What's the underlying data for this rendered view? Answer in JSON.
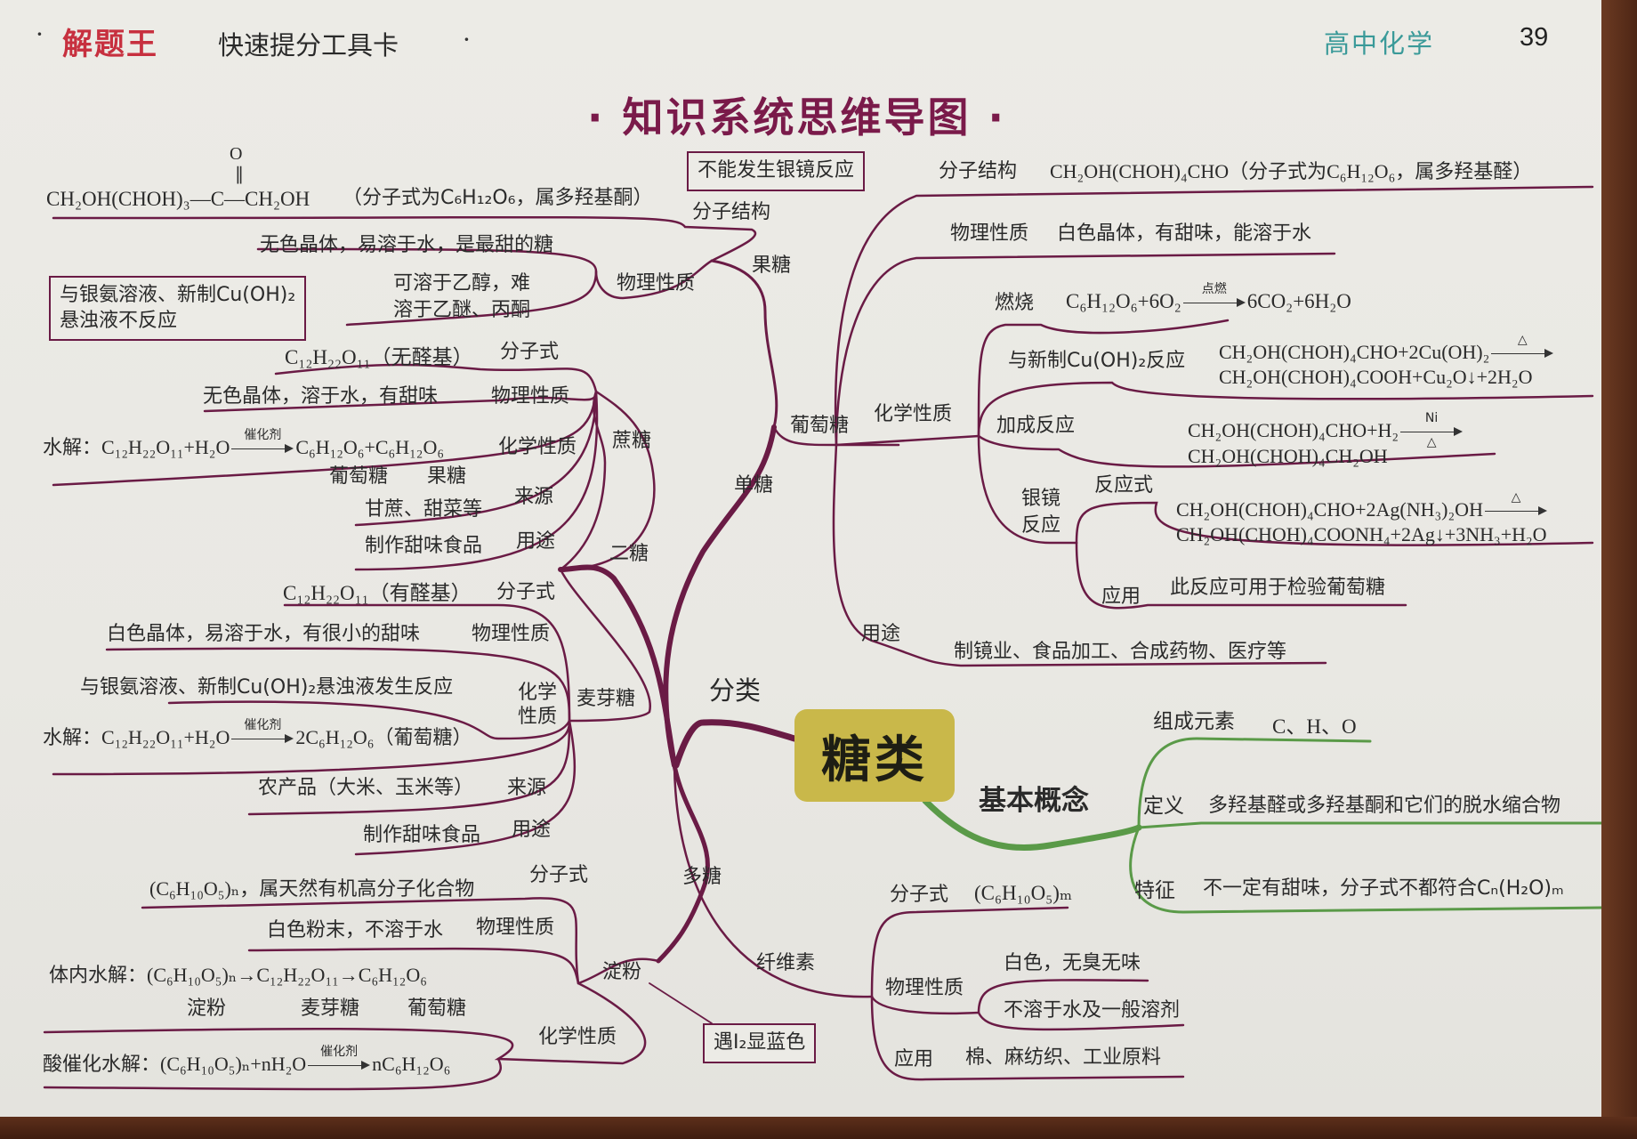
{
  "header": {
    "brand": "解题王",
    "brand_subtitle": "快速提分工具卡",
    "dot": "·",
    "subject": "高中化学",
    "page_number": "39",
    "title": "· 知识系统思维导图 ·"
  },
  "colors": {
    "branch_purple": "#6a1b45",
    "branch_green": "#5a9a48",
    "center_fill": "#c9b84a",
    "title_color": "#7a1a4a",
    "brand_red": "#c7303f",
    "subject_teal": "#3a9a99"
  },
  "center": {
    "label": "糖类"
  },
  "classification": {
    "label": "分类",
    "monosaccharide": {
      "label": "单糖",
      "fructose": {
        "label": "果糖",
        "structure_label": "分子结构",
        "structure_formula": "CH₂OH(CHOH)₃—C—CH₂OH",
        "structure_carbonyl_o": "O",
        "structure_note": "（分子式为C₆H₁₂O₆，属多羟基酮）",
        "callout": "不能发生银镜反应",
        "physical_label": "物理性质",
        "physical_1": "无色晶体，易溶于水，是最甜的糖",
        "physical_2a": "可溶于乙醇，难",
        "physical_2b": "溶于乙醚、丙酮"
      },
      "glucose": {
        "label": "葡萄糖",
        "structure_label": "分子结构",
        "structure_value": "CH₂OH(CHOH)₄CHO（分子式为C₆H₁₂O₆，属多羟基醛）",
        "physical_label": "物理性质",
        "physical_value": "白色晶体，有甜味，能溶于水",
        "chemical_label": "化学性质",
        "combustion_label": "燃烧",
        "combustion_lhs": "C₆H₁₂O₆+6O₂",
        "combustion_cond": "点燃",
        "combustion_rhs": "6CO₂+6H₂O",
        "cuoh_label": "与新制Cu(OH)₂反应",
        "cuoh_line1": "CH₂OH(CHOH)₄CHO+2Cu(OH)₂",
        "cuoh_cond": "△",
        "cuoh_line2": "CH₂OH(CHOH)₄COOH+Cu₂O↓+2H₂O",
        "addition_label": "加成反应",
        "addition_line1": "CH₂OH(CHOH)₄CHO+H₂",
        "addition_cond_top": "Ni",
        "addition_cond_bottom": "△",
        "addition_line2": "CH₂OH(CHOH)₄CH₂OH",
        "silver_label_1": "银镜",
        "silver_label_2": "反应",
        "silver_eq_label": "反应式",
        "silver_line1": "CH₂OH(CHOH)₄CHO+2Ag(NH₃)₂OH",
        "silver_cond": "△",
        "silver_line2": "CH₂OH(CHOH)₄COONH₄+2Ag↓+3NH₃+H₂O",
        "silver_app_label": "应用",
        "silver_app_value": "此反应可用于检验葡萄糖",
        "use_label": "用途",
        "use_value": "制镜业、食品加工、合成药物、医疗等"
      }
    },
    "disaccharide": {
      "label": "二糖",
      "sucrose": {
        "label": "蔗糖",
        "formula_label": "分子式",
        "formula_value": "C₁₂H₂₂O₁₁（无醛基）",
        "callout_1": "与银氨溶液、新制Cu(OH)₂",
        "callout_2": "悬浊液不反应",
        "physical_label": "物理性质",
        "physical_value": "无色晶体，溶于水，有甜味",
        "chemical_label": "化学性质",
        "hydrolysis_prefix": "水解：",
        "hydrolysis_lhs": "C₁₂H₂₂O₁₁+H₂O",
        "hydrolysis_cond": "催化剂",
        "hydrolysis_rhs": "C₆H₁₂O₆+C₆H₁₂O₆",
        "product_1": "葡萄糖",
        "product_2": "果糖",
        "source_label": "来源",
        "source_value": "甘蔗、甜菜等",
        "use_label": "用途",
        "use_value": "制作甜味食品"
      },
      "maltose": {
        "label": "麦芽糖",
        "formula_label": "分子式",
        "formula_value": "C₁₂H₂₂O₁₁（有醛基）",
        "physical_label": "物理性质",
        "physical_value": "白色晶体，易溶于水，有很小的甜味",
        "chemical_label_1": "化学",
        "chemical_label_2": "性质",
        "chemical_1": "与银氨溶液、新制Cu(OH)₂悬浊液发生反应",
        "hydrolysis_prefix": "水解：",
        "hydrolysis_lhs": "C₁₂H₂₂O₁₁+H₂O",
        "hydrolysis_cond": "催化剂",
        "hydrolysis_rhs": "2C₆H₁₂O₆（葡萄糖）",
        "source_label": "来源",
        "source_value": "农产品（大米、玉米等）",
        "use_label": "用途",
        "use_value": "制作甜味食品"
      }
    },
    "polysaccharide": {
      "label": "多糖",
      "starch": {
        "label": "淀粉",
        "formula_label": "分子式",
        "formula_value": "(C₆H₁₀O₅)ₙ，属天然有机高分子化合物",
        "physical_label": "物理性质",
        "physical_value": "白色粉末，不溶于水",
        "chemical_label": "化学性质",
        "in_vivo_prefix": "体内水解：",
        "in_vivo_chain": "(C₆H₁₀O₅)ₙ→C₁₂H₂₂O₁₁→C₆H₁₂O₆",
        "in_vivo_names": [
          "淀粉",
          "麦芽糖",
          "葡萄糖"
        ],
        "acid_prefix": "酸催化水解：",
        "acid_lhs": "(C₆H₁₀O₅)ₙ+nH₂O",
        "acid_cond": "催化剂",
        "acid_rhs": "nC₆H₁₂O₆",
        "callout": "遇I₂显蓝色"
      },
      "cellulose": {
        "label": "纤维素",
        "formula_label": "分子式",
        "formula_value": "(C₆H₁₀O₅)ₘ",
        "physical_label": "物理性质",
        "physical_1": "白色，无臭无味",
        "physical_2": "不溶于水及一般溶剂",
        "app_label": "应用",
        "app_value": "棉、麻纺织、工业原料"
      }
    }
  },
  "basic_concept": {
    "label": "基本概念",
    "elements_label": "组成元素",
    "elements_value": "C、H、O",
    "definition_label": "定义",
    "definition_value": "多羟基醛或多羟基酮和它们的脱水缩合物",
    "feature_label": "特征",
    "feature_value": "不一定有甜味，分子式不都符合Cₙ(H₂O)ₘ"
  }
}
